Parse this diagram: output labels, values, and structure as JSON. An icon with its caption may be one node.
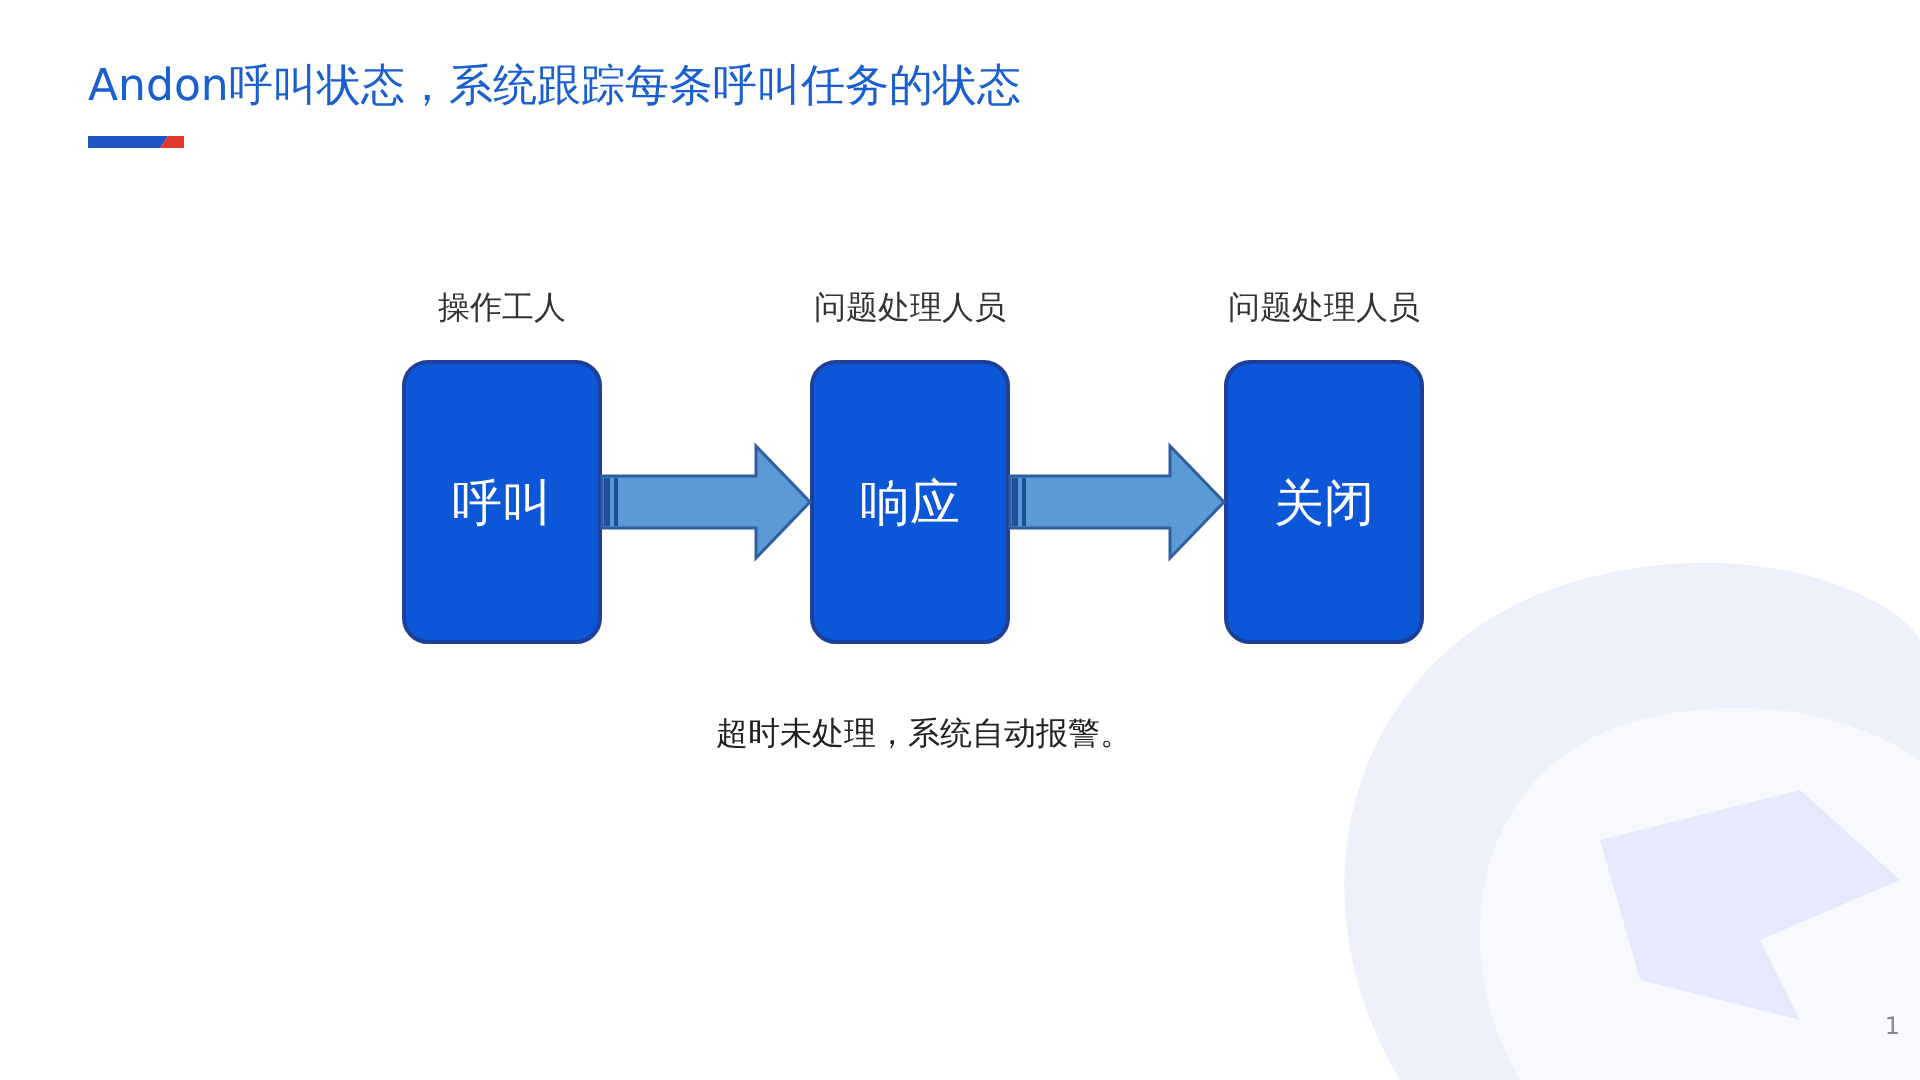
{
  "diagram": {
    "title": "Andon呼叫状态，系统跟踪每条呼叫任务的状态",
    "nodes": [
      {
        "text": [
          "呼叫"
        ],
        "beside": [
          "操作工人"
        ]
      },
      {
        "text": [
          "响应"
        ],
        "beside": [
          "问题处理人员"
        ]
      },
      {
        "text": [
          "关闭"
        ],
        "beside": [
          "问题处理人员"
        ]
      }
    ],
    "edges": [
      {
        "from": 0,
        "to": 1,
        "arrow": "to"
      },
      {
        "from": 1,
        "to": 2,
        "arrow": "to"
      }
    ],
    "labels": [
      "超时未处理，系统自动报警。",
      "1"
    ]
  }
}
